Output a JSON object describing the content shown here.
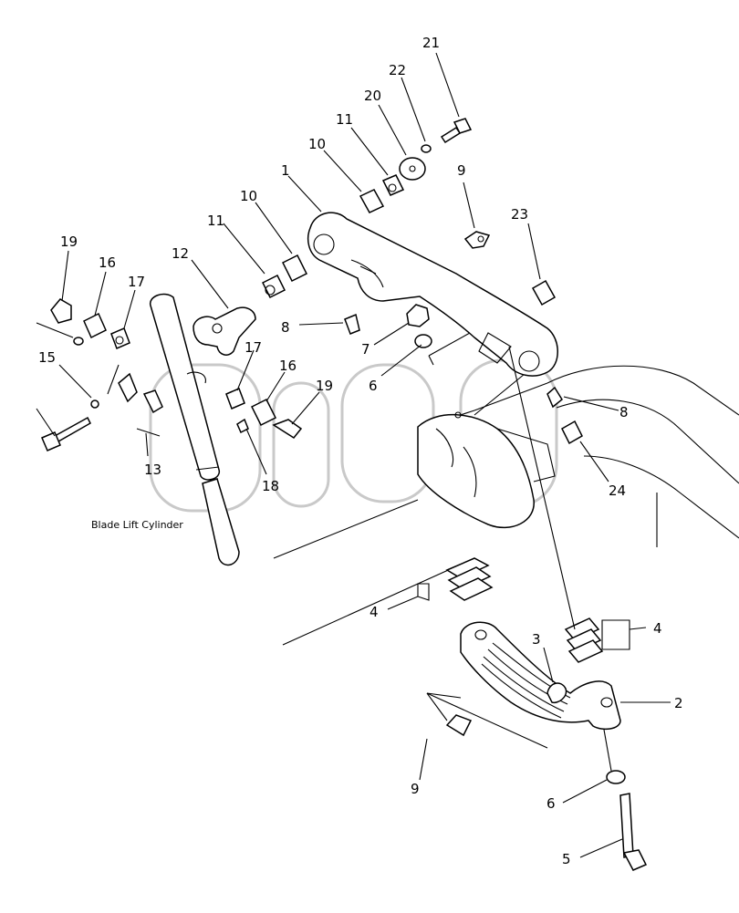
{
  "diagram": {
    "caption": "Blade Lift Cylinder",
    "callouts": {
      "c1": "1",
      "c2": "2",
      "c3": "3",
      "c4a": "4",
      "c4b": "4",
      "c5": "5",
      "c6a": "6",
      "c6b": "6",
      "c7": "7",
      "c8a": "8",
      "c8b": "8",
      "c9a": "9",
      "c9b": "9",
      "c10a": "10",
      "c10b": "10",
      "c11a": "11",
      "c11b": "11",
      "c12": "12",
      "c13": "13",
      "c15": "15",
      "c16a": "16",
      "c16b": "16",
      "c17a": "17",
      "c17b": "17",
      "c18": "18",
      "c19a": "19",
      "c19b": "19",
      "c20": "20",
      "c21": "21",
      "c22": "22",
      "c23": "23",
      "c24": "24"
    }
  }
}
